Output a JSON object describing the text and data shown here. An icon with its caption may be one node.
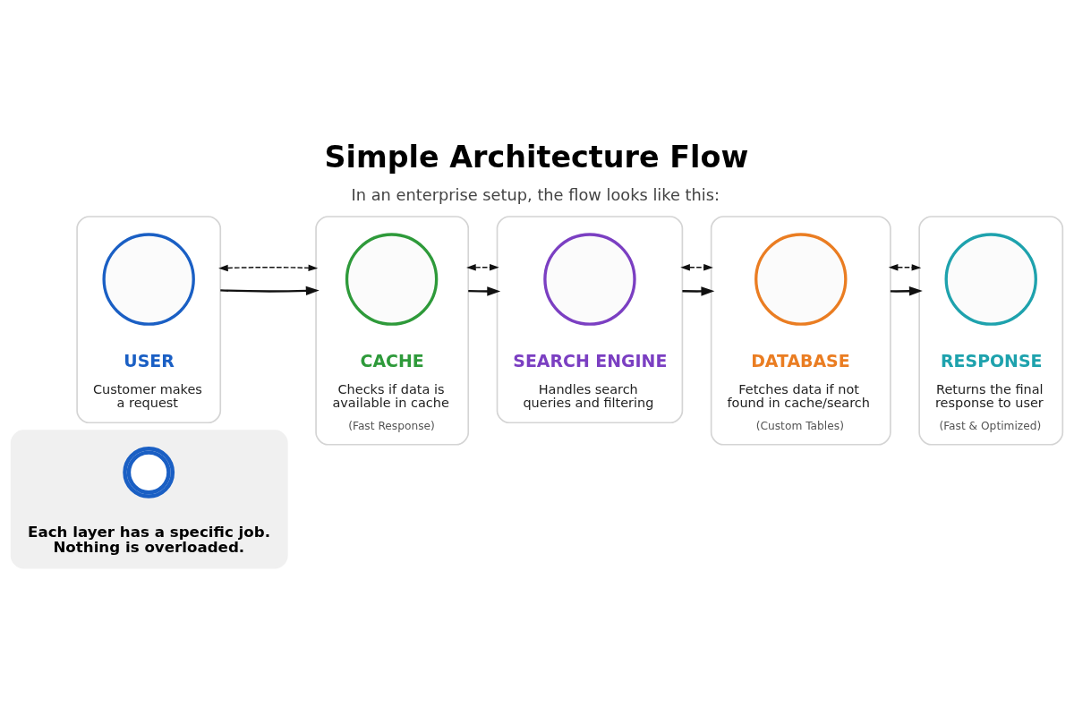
{
  "diagram": {
    "title": "Simple Architecture Flow",
    "caption": "In an enterprise setup, the flow looks like this:",
    "nodes": [
      {
        "text": [
          "USER",
          "Customer makes a request"
        ]
      },
      {
        "text": [],
        "shape": "circle",
        "in": 0
      },
      {
        "text": [
          "CACHE",
          "Checks if data is available in cache",
          "(Fast Response)"
        ]
      },
      {
        "text": [],
        "shape": "circle",
        "in": 2
      },
      {
        "text": [
          "SEARCH ENGINE",
          "Handles search queries and filtering"
        ]
      },
      {
        "text": [],
        "shape": "circle",
        "in": 4
      },
      {
        "text": [
          "DATABASE",
          "Fetches data if not found in cache/search",
          "(Custom Tables)"
        ]
      },
      {
        "text": [],
        "shape": "circle",
        "in": 6
      },
      {
        "text": [
          "RESPONSE",
          "Returns the final response to user",
          "(Fast & Optimized)"
        ]
      },
      {
        "text": [],
        "shape": "circle",
        "in": 8
      },
      {
        "text": [
          "Each layer has a specific job. Nothing is overloaded."
        ]
      },
      {
        "text": [],
        "shape": "picture",
        "in": 10
      }
    ],
    "edges": [
      {
        "from": 0,
        "to": 2,
        "arrow": "to"
      },
      {
        "from": 2,
        "to": 4,
        "arrow": "to"
      },
      {
        "from": 4,
        "to": 6,
        "arrow": "to"
      },
      {
        "from": 6,
        "to": 8,
        "arrow": "to"
      },
      {
        "from": 0,
        "to": 2,
        "arrow": "both",
        "style": "dashed"
      },
      {
        "from": 2,
        "to": 4,
        "arrow": "both",
        "style": "dashed"
      },
      {
        "from": 4,
        "to": 6,
        "arrow": "both",
        "style": "dashed"
      },
      {
        "from": 6,
        "to": 8,
        "arrow": "both",
        "style": "dashed"
      }
    ]
  }
}
